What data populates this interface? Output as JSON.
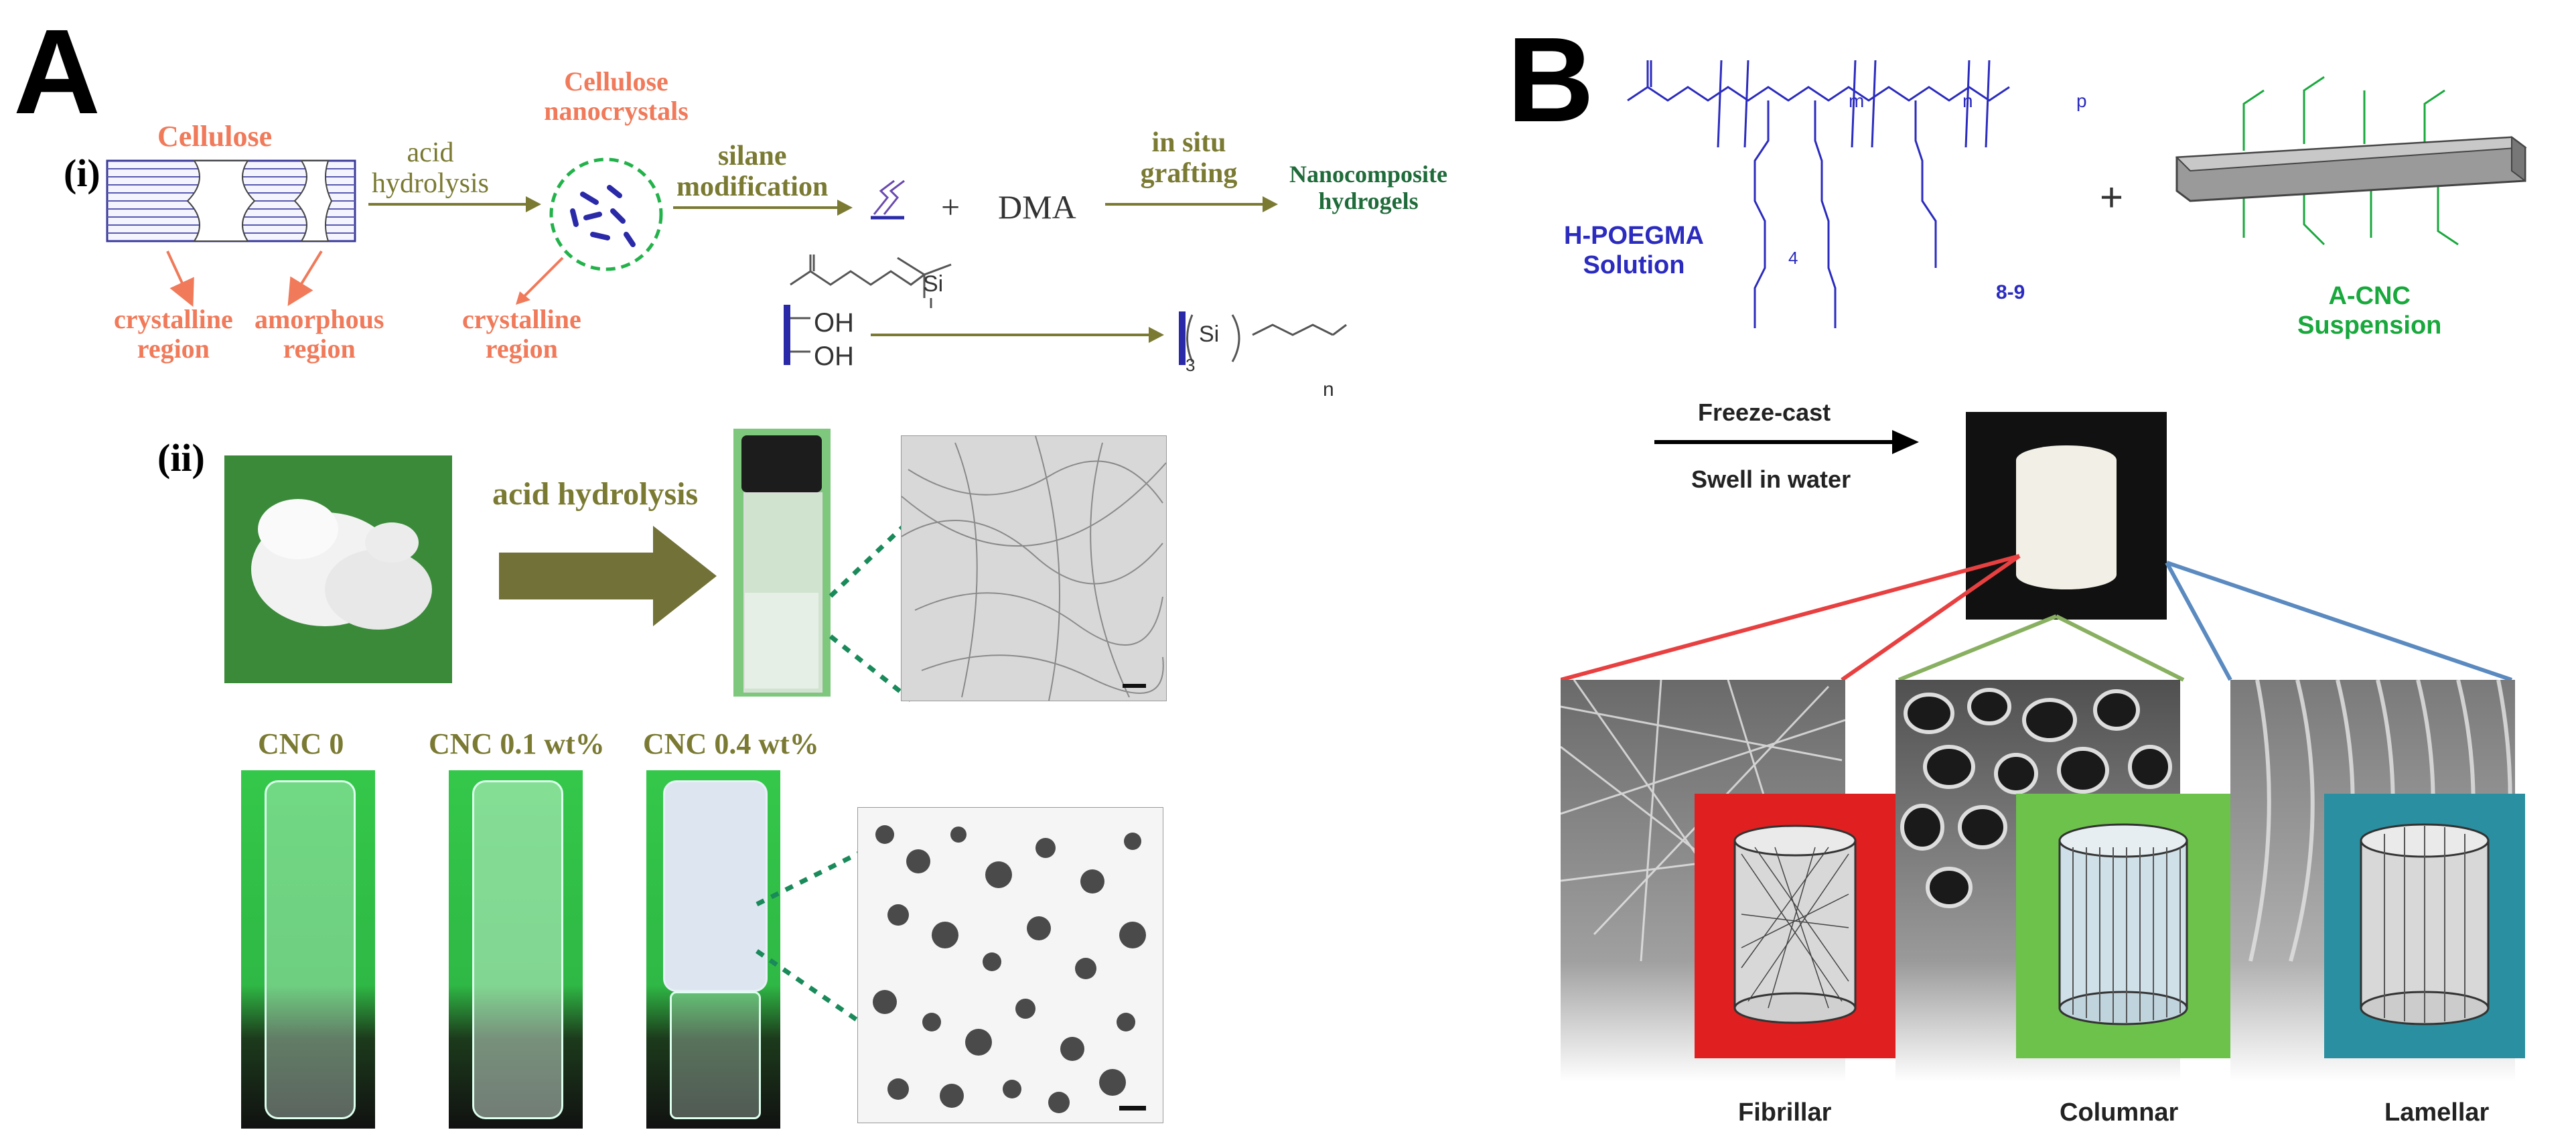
{
  "panel_a": {
    "letter": "A",
    "sub_i": "(i)",
    "sub_ii": "(ii)",
    "cellulose": "Cellulose",
    "acid1": "acid",
    "acid2": "hydrolysis",
    "cnc1": "Cellulose",
    "cnc2": "nanocrystals",
    "silane1": "silane",
    "silane2": "modification",
    "plus": "+",
    "dma": "DMA",
    "insitu1": "in situ",
    "insitu2": "grafting",
    "nano1": "Nanocomposite",
    "nano2": "hydrogels",
    "cryst1": "crystalline",
    "reg1": "region",
    "amorph": "amorphous",
    "reg2": "region",
    "cryst2": "crystalline",
    "reg3": "region",
    "oh1": "OH",
    "oh2": "OH",
    "si1": "Si",
    "si2": "Si",
    "sub3": "3",
    "subn": "n",
    "acid_big": "acid hydrolysis",
    "cnc0": "CNC 0",
    "cnc01": "CNC 0.1 wt%",
    "cnc04": "CNC 0.4 wt%"
  },
  "panel_b": {
    "letter": "B",
    "m": "m",
    "n": "n",
    "p": "p",
    "sub4": "4",
    "n89": "8-9",
    "plus": "+",
    "hpoegma1": "H-POEGMA",
    "hpoegma2": "Solution",
    "acnc1": "A-CNC",
    "acnc2": "Suspension",
    "freeze": "Freeze-cast",
    "swell": "Swell in water",
    "fibrillar": "Fibrillar",
    "columnar": "Columnar",
    "lamellar": "Lamellar"
  },
  "colors": {
    "olive": "#7a7a33",
    "salmon": "#f07a5a",
    "dark_green": "#1f6b3a",
    "blue": "#2b2bbf",
    "acnc_green": "#18a83c",
    "fibrillar_red": "#e02020",
    "columnar_green": "#6cc24a",
    "lamellar_teal": "#2a8fa0"
  }
}
